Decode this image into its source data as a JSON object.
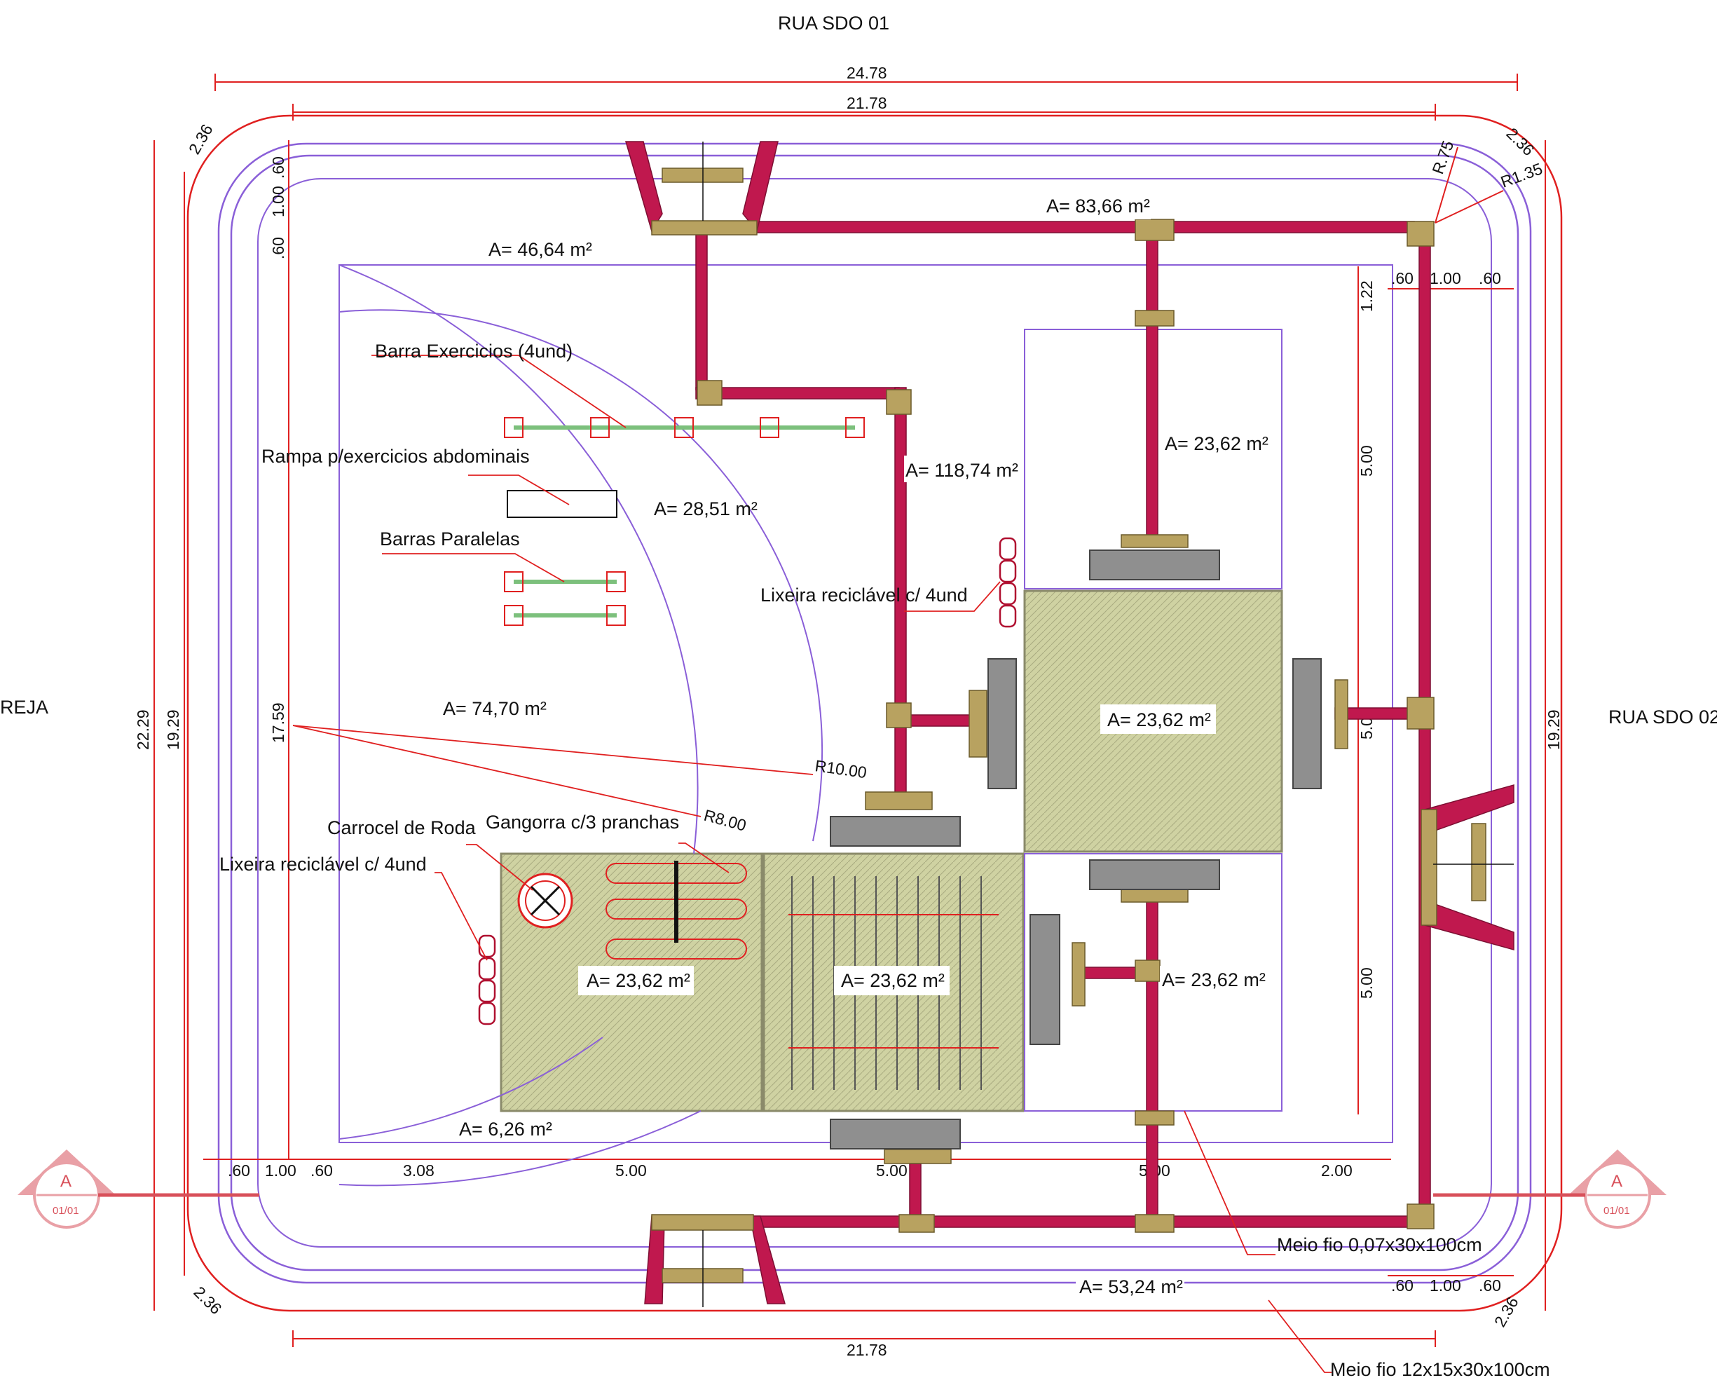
{
  "streets": {
    "top": "RUA SDO 01",
    "right": "RUA SDO 02",
    "left_partial": "REJA"
  },
  "dimensions": {
    "overall_width": "24.78",
    "inner_width_top": "21.78",
    "inner_width_bottom": "21.78",
    "overall_height": "22.29",
    "inner_height_left": "19.29",
    "inner_height_right": "19.29",
    "park_height": "17.59",
    "corner_tl": "2.36",
    "corner_tr": "2.36",
    "corner_bl": "2.36",
    "corner_br": "2.36",
    "radius_inner": "R.75",
    "radius_outer": "R1.35",
    "left_60a": ".60",
    "left_100": "1.00",
    "left_60b": ".60",
    "tr_60a": ".60",
    "tr_100": "1.00",
    "tr_60b": ".60",
    "right_122": "1.22",
    "right_500a": "5.00",
    "right_500b": "5.00",
    "right_500c": "5.00",
    "bl_60a": ".60",
    "bl_100": "1.00",
    "bl_60b": ".60",
    "b_308": "3.08",
    "b_500a": "5.00",
    "b_500b": "5.00",
    "b_500c": "5.00",
    "b_200": "2.00",
    "br_60a": ".60",
    "br_100": "1.00",
    "br_60b": ".60",
    "arc_r10": "R10.00",
    "arc_r8": "R8.00"
  },
  "areas": {
    "a_46": "A= 46,64 m²",
    "a_83": "A= 83,66 m²",
    "a_118": "A= 118,74 m²",
    "a_28": "A= 28,51 m²",
    "a_74": "A= 74,70 m²",
    "a_6": "A= 6,26 m²",
    "a_53": "A= 53,24 m²",
    "a_sq_tr": "A= 23,62 m²",
    "a_sq_mid": "A= 23,62 m²",
    "a_sq_br": "A= 23,62 m²",
    "a_sq_bl": "A= 23,62 m²",
    "a_sq_bm": "A= 23,62 m²"
  },
  "labels": {
    "barra_exercicios": "Barra Exercicios (4und)",
    "rampa": "Rampa p/exercicios abdominais",
    "barras_paralelas": "Barras Paralelas",
    "lixeira_top": "Lixeira reciclável c/ 4und",
    "lixeira_left": "Lixeira reciclável c/ 4und",
    "carrocel": "Carrocel de Roda",
    "gangorra": "Gangorra c/3 pranchas",
    "meio_fio_1": "Meio fio 0,07x30x100cm",
    "meio_fio_2": "Meio fio 12x15x30x100cm"
  },
  "section_markers": {
    "left_letter": "A",
    "left_sheet": "01/01",
    "right_letter": "A",
    "right_sheet": "01/01"
  },
  "colors": {
    "dimension": "#e02020",
    "curb": "#8a5fd8",
    "path": "#c0184e",
    "grass": "#cfd2a2",
    "marker": "#e9a0a6"
  }
}
